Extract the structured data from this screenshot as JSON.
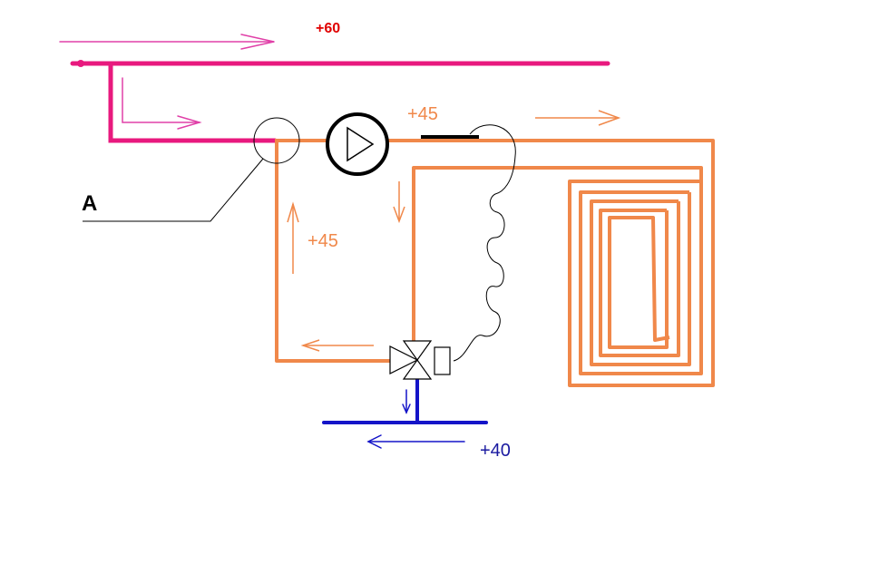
{
  "labels": {
    "supply_temp": "+60",
    "mix_temp_top": "+45",
    "mix_temp_left": "+45",
    "return_temp": "+40",
    "point_a": "A"
  },
  "colors": {
    "supply": "#e8197e",
    "supply_arrow": "#e040a8",
    "mixed": "#f0884a",
    "return": "#1414c8",
    "return_label": "#1a1aa0",
    "line": "#000000",
    "supply_label": "#e00000"
  },
  "icons": [
    "pump-icon",
    "three-way-valve-icon",
    "valve-actuator-icon",
    "thermostat-sensor-icon"
  ]
}
